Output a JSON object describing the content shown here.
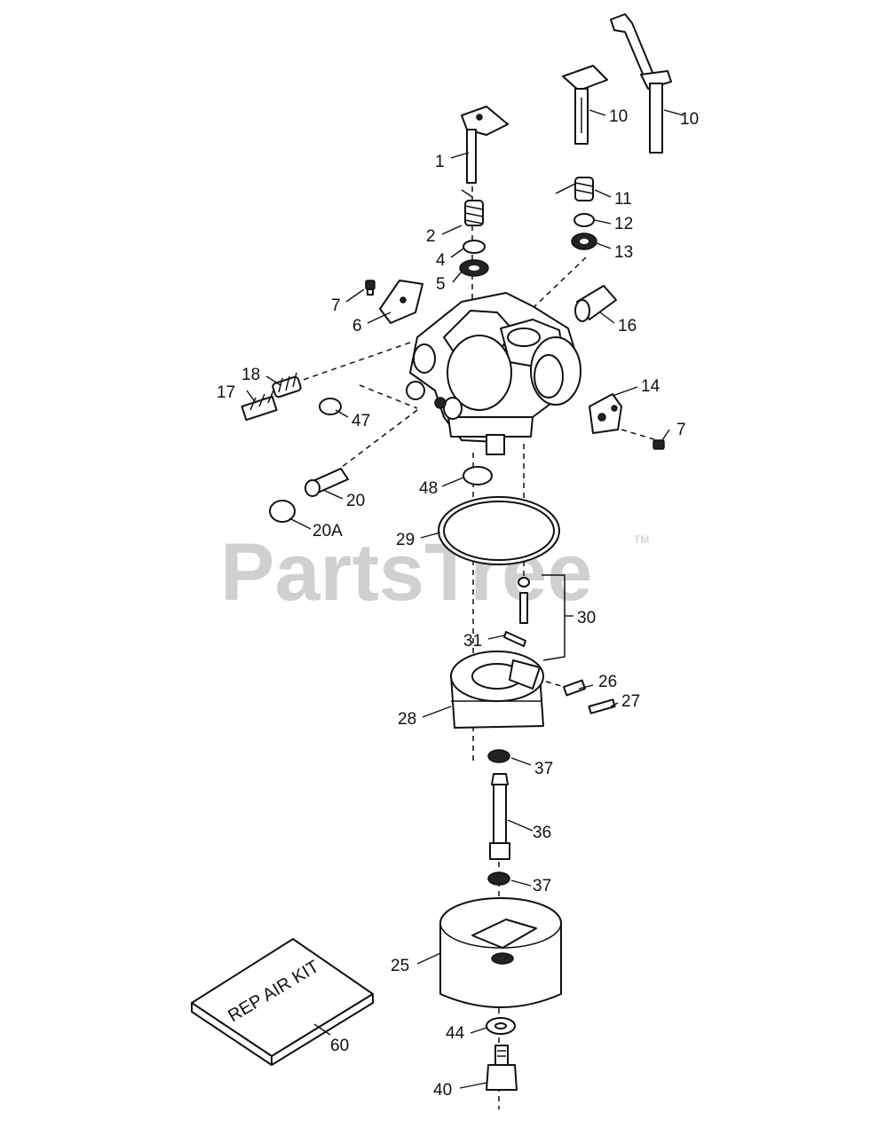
{
  "watermark": {
    "text": "PartsTree",
    "tm": "TM"
  },
  "repair_kit": {
    "text": "REP AIR KIT"
  },
  "callouts": {
    "c1": "1",
    "c2": "2",
    "c4": "4",
    "c5": "5",
    "c6": "6",
    "c7a": "7",
    "c7b": "7",
    "c10a": "10",
    "c10b": "10",
    "c11": "11",
    "c12": "12",
    "c13": "13",
    "c14": "14",
    "c16": "16",
    "c17": "17",
    "c18": "18",
    "c20": "20",
    "c20a": "20A",
    "c25": "25",
    "c26": "26",
    "c27": "27",
    "c28": "28",
    "c29": "29",
    "c30": "30",
    "c31": "31",
    "c36": "36",
    "c37a": "37",
    "c37b": "37",
    "c40": "40",
    "c44": "44",
    "c47": "47",
    "c48": "48",
    "c60": "60"
  }
}
